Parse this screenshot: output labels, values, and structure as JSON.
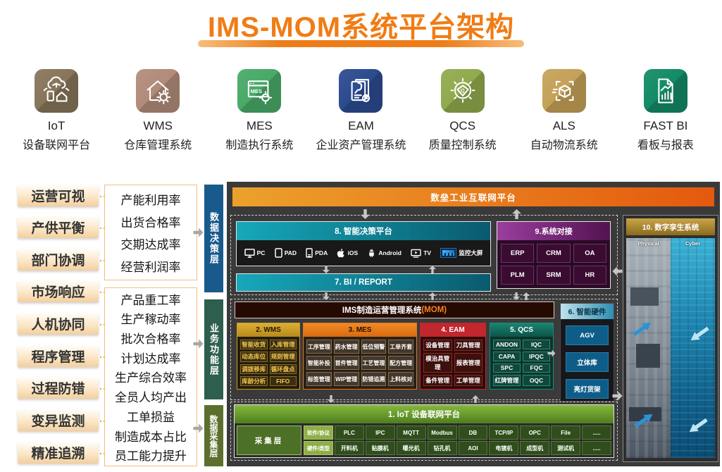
{
  "title": "IMS-MOM系统平台架构",
  "colors": {
    "accent_orange": "#ee7d15",
    "panel_bg": "#3a3a3a",
    "decision_teal": "#0f7d95",
    "integration_purple": "#6a2468",
    "mom_maroon": "#250a02",
    "wms_gold": "#c69a26",
    "mes_orange": "#e27818",
    "eam_red": "#c1272d",
    "qcs_green": "#136a5a",
    "hardware_blue": "#0e5d89",
    "iot_green": "#6aa32e",
    "twin_gold": "#a8842f",
    "layer_blue": "#195a8d",
    "layer_teal": "#2e5e4e",
    "layer_olive": "#5c702e"
  },
  "apps": [
    {
      "abbr": "IoT",
      "name": "设备联网平台",
      "color": "#87755a",
      "icon": "iot-cloud-icon"
    },
    {
      "abbr": "WMS",
      "name": "仓库管理系统",
      "color": "#b28b79",
      "icon": "warehouse-gear-icon"
    },
    {
      "abbr": "MES",
      "name": "制造执行系统",
      "color": "#48a968",
      "icon": "mes-window-icon",
      "icon_text": "MES"
    },
    {
      "abbr": "EAM",
      "name": "企业资产管理系统",
      "color": "#2b4a8f",
      "icon": "asset-wrench-doc-icon"
    },
    {
      "abbr": "QCS",
      "name": "质量控制系统",
      "color": "#90aa4d",
      "icon": "quality-gear-icon",
      "icon_text": "Q"
    },
    {
      "abbr": "ALS",
      "name": "自动物流系统",
      "color": "#c5a158",
      "icon": "logistics-scan-cube-icon"
    },
    {
      "abbr": "FAST BI",
      "name": "看板与报表",
      "color": "#138a66",
      "icon": "report-chart-icon"
    }
  ],
  "goals": [
    "运营可视",
    "产供平衡",
    "部门协调",
    "市场响应",
    "人机协同",
    "程序管理",
    "过程防错",
    "变异监测",
    "精准追溯"
  ],
  "kpi_box_1": [
    "产能利用率",
    "出货合格率",
    "交期达成率",
    "经营利润率"
  ],
  "kpi_box_2": [
    "产品重工率",
    "生产稼动率",
    "批次合格率",
    "计划达成率",
    "生产综合效率",
    "全员人均产出",
    "工单损益",
    "制造成本占比",
    "员工能力提升"
  ],
  "layers": [
    {
      "label": "数据决策层",
      "color": "#195a8d"
    },
    {
      "label": "业务功能层",
      "color": "#2e5e4e"
    },
    {
      "label": "数据采集层",
      "color": "#5c702e"
    }
  ],
  "platform_bar": "数垒工业互联网平台",
  "decision": {
    "title": "8. 智能决策平台",
    "devices": [
      {
        "label": "PC",
        "icon": "pc-monitor-icon"
      },
      {
        "label": "PAD",
        "icon": "tablet-icon"
      },
      {
        "label": "PDA",
        "icon": "pda-icon"
      },
      {
        "label": "iOS",
        "icon": "apple-icon"
      },
      {
        "label": "Android",
        "icon": "android-icon"
      },
      {
        "label": "TV",
        "icon": "tv-icon"
      },
      {
        "label": "监控大屏",
        "icon": "monitor-wall-thumbnail"
      }
    ]
  },
  "integration": {
    "title": "9.系统对接",
    "systems": [
      "ERP",
      "CRM",
      "OA",
      "PLM",
      "SRM",
      "HR"
    ]
  },
  "bi_bar": "7. BI / REPORT",
  "mom_bar": {
    "text": "IMS制造运营管理系统",
    "suffix": "(MOM)"
  },
  "wms": {
    "title": "2. WMS",
    "items": [
      "智能收货",
      "入库管理",
      "动态库位",
      "规则管理",
      "调拨移库",
      "循环盘点",
      "库龄分析",
      "FIFO"
    ]
  },
  "mes": {
    "title": "3. MES",
    "items": [
      "工序管理",
      "药水管理",
      "低位预警",
      "工单齐套",
      "智能补投",
      "首件管理",
      "工艺管理",
      "配方管理",
      "标签管理",
      "WIP管理",
      "防错追溯",
      "上料核对"
    ]
  },
  "eam": {
    "title": "4. EAM",
    "items": [
      "设备管理",
      "刀具管理",
      "模治具管理",
      "报表管理",
      "备件管理",
      "工单管理"
    ]
  },
  "qcs": {
    "title": "5. QCS",
    "items": [
      "ANDON",
      "IQC",
      "CAPA",
      "IPQC",
      "SPC",
      "FQC",
      "红牌管理",
      "OQC"
    ]
  },
  "hardware": {
    "title": "6. 智能硬件",
    "items": [
      "AGV",
      "立体库",
      "亮灯货架"
    ]
  },
  "iot_bar": "1. IoT 设备联网平台",
  "collection": {
    "layer_label": "采集层",
    "row1_label": "软件/协议",
    "row1": [
      "PLC",
      "IPC",
      "MQTT",
      "Modbus",
      "DB",
      "TCP/IP",
      "OPC",
      "File",
      "....."
    ],
    "row2_label": "硬件/类型",
    "row2": [
      "开料机",
      "贴膜机",
      "曝光机",
      "钻孔机",
      "AOI",
      "电镀机",
      "成型机",
      "测试机",
      "....."
    ]
  },
  "twin": {
    "title": "10. 数字孪生系统",
    "left_label": "Physical",
    "right_label": "Cyber"
  }
}
